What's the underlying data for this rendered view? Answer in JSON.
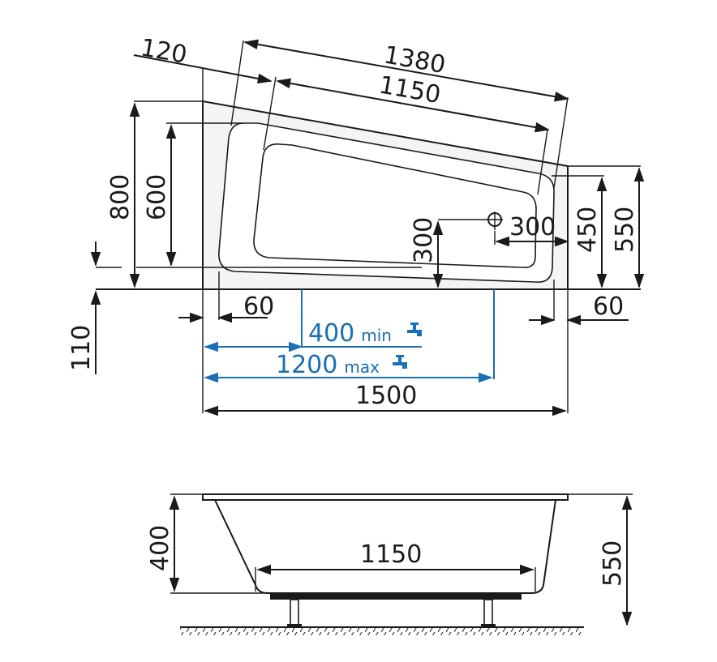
{
  "top_view": {
    "dim_120": "120",
    "dim_1380": "1380",
    "dim_1150": "1150",
    "dim_800": "800",
    "dim_600": "600",
    "dim_300_v": "300",
    "dim_300_h": "300",
    "dim_450": "450",
    "dim_550": "550",
    "dim_110": "110",
    "dim_60_left": "60",
    "dim_60_right": "60",
    "dim_1500": "1500",
    "tap_min": {
      "value": "400",
      "suffix": "min"
    },
    "tap_max": {
      "value": "1200",
      "suffix": "max"
    }
  },
  "side_view": {
    "dim_400": "400",
    "dim_1150": "1150",
    "dim_550": "550"
  },
  "colors": {
    "line": "#1a1a1a",
    "accent_blue": "#1a6fb5",
    "fill_grey": "#f2f2f2"
  },
  "icons": [
    "tap-icon",
    "drain-icon"
  ]
}
